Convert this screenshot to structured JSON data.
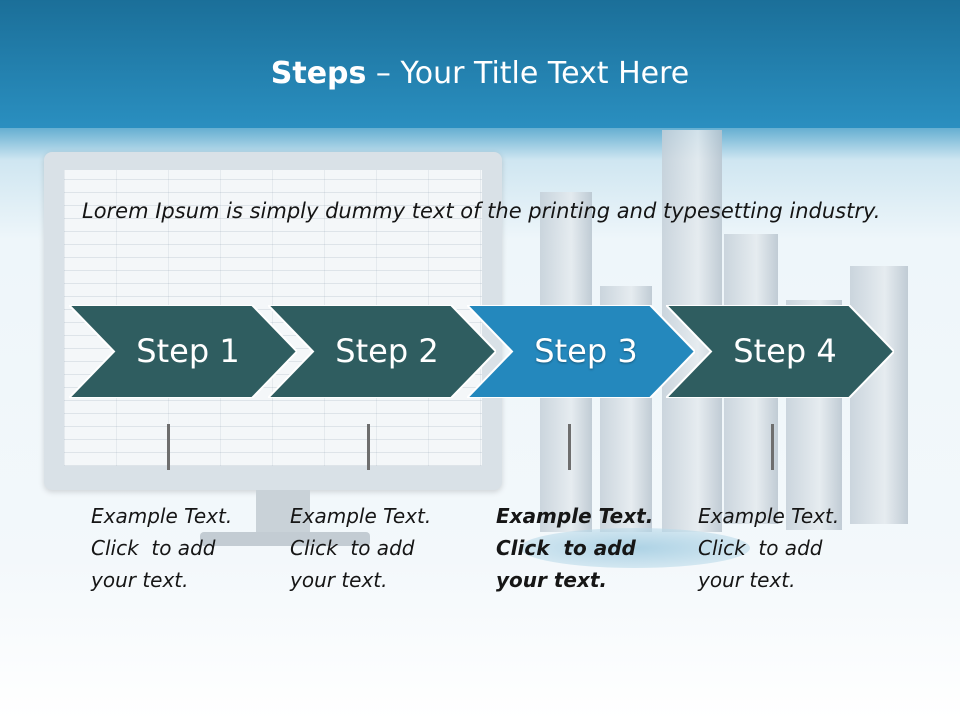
{
  "slide": {
    "title_bold": "Steps",
    "title_rest": " – Your Title Text Here",
    "body_text": "Lorem Ipsum is simply dummy text of the printing and typesetting industry."
  },
  "colors": {
    "header": "#2a8fc0",
    "step_default": "#2f5d60",
    "step_active": "#2488bd"
  },
  "steps": [
    {
      "label": "Step 1",
      "active": false,
      "desc_line1": "Example Text.",
      "desc_line2": "Click  to add",
      "desc_line3": "your text."
    },
    {
      "label": "Step 2",
      "active": false,
      "desc_line1": "Example Text.",
      "desc_line2": "Click  to add",
      "desc_line3": "your text."
    },
    {
      "label": "Step 3",
      "active": true,
      "desc_line1": "Example Text.",
      "desc_line2": "Click  to add",
      "desc_line3": "your text."
    },
    {
      "label": "Step 4",
      "active": false,
      "desc_line1": "Example Text.",
      "desc_line2": "Click  to add",
      "desc_line3": "your text."
    }
  ]
}
